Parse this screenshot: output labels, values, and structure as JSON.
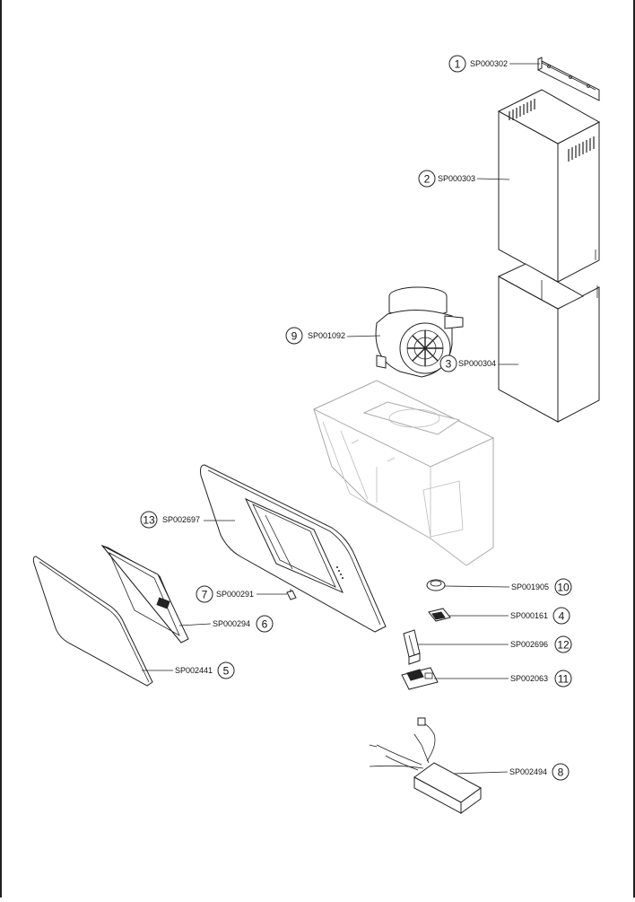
{
  "callouts": [
    {
      "num": "1",
      "code": "SP000302"
    },
    {
      "num": "2",
      "code": "SP000303"
    },
    {
      "num": "3",
      "code": "SP000304"
    },
    {
      "num": "9",
      "code": "SP001092"
    },
    {
      "num": "13",
      "code": "SP002697"
    },
    {
      "num": "7",
      "code": "SP000291"
    },
    {
      "num": "6",
      "code": "SP000294"
    },
    {
      "num": "5",
      "code": "SP002441"
    },
    {
      "num": "10",
      "code": "SP001905"
    },
    {
      "num": "4",
      "code": "SP000161"
    },
    {
      "num": "12",
      "code": "SP002696"
    },
    {
      "num": "11",
      "code": "SP002063"
    },
    {
      "num": "8",
      "code": "SP002494"
    }
  ]
}
